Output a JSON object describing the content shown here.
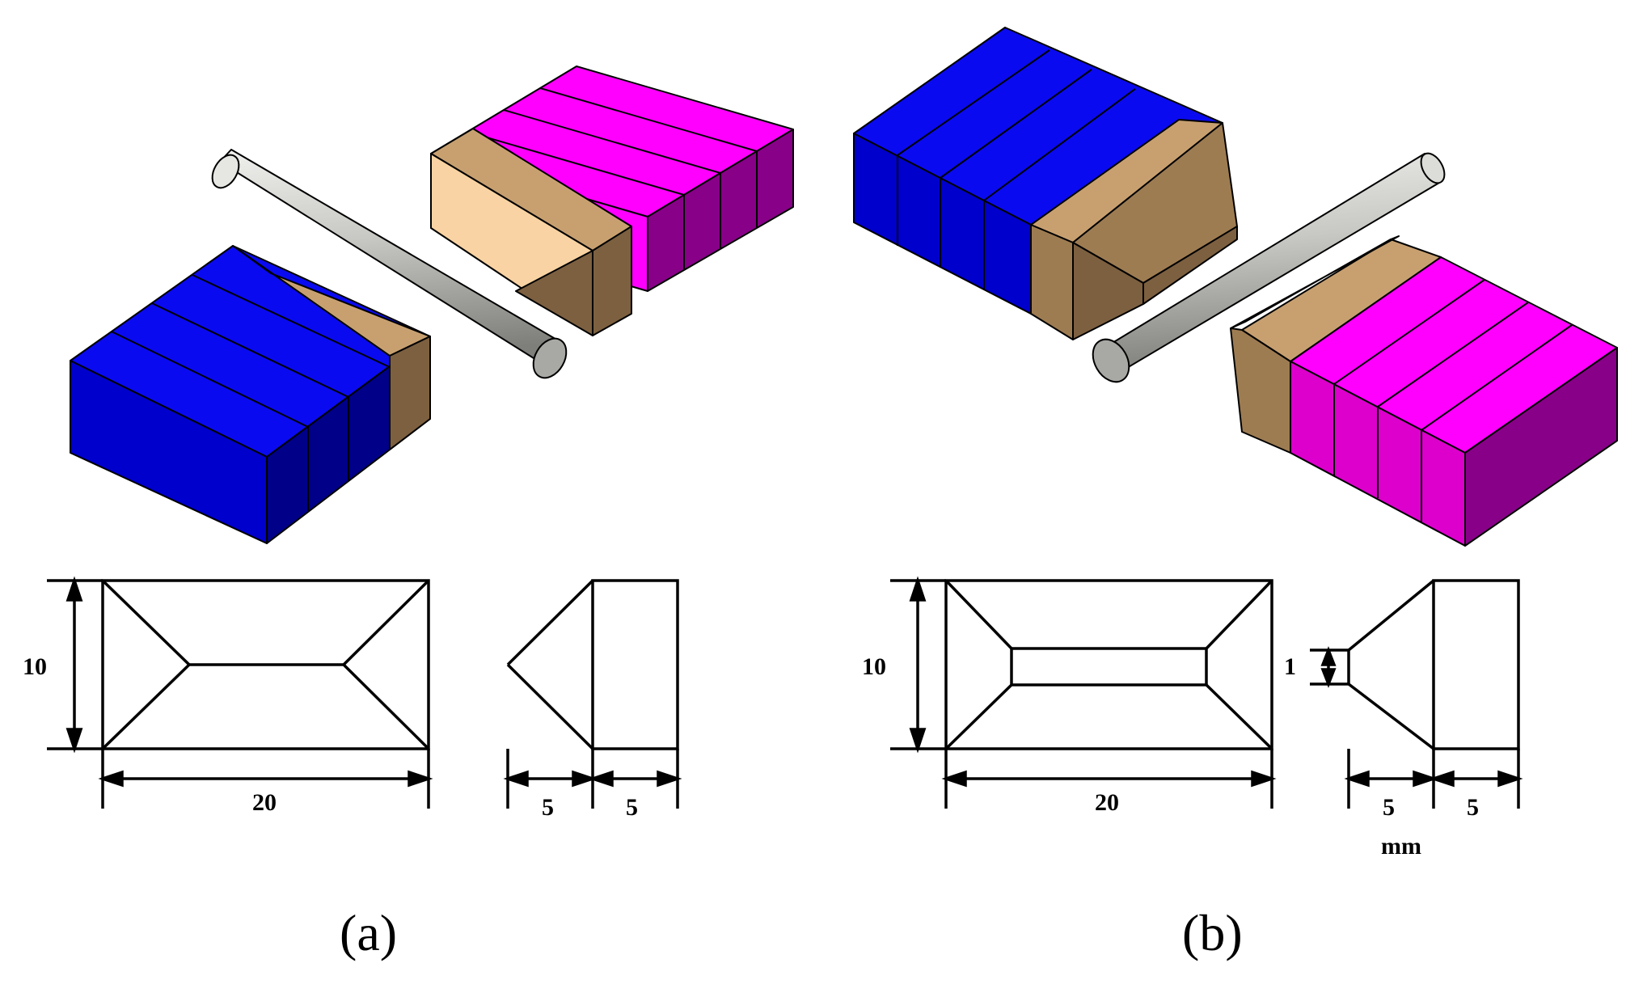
{
  "panels": [
    {
      "caption": "(a)",
      "dimensions": {
        "height": "10",
        "length": "20",
        "bevel_width": "5",
        "body_width": "5"
      }
    },
    {
      "caption": "(b)",
      "dimensions": {
        "height": "10",
        "length": "20",
        "land_height": "1",
        "bevel_width": "5",
        "body_width": "5",
        "unit": "mm"
      }
    }
  ],
  "colors": {
    "blue_top": "#0a0af0",
    "blue_front": "#0000cc",
    "blue_side": "#000088",
    "magenta_top": "#ff00ff",
    "magenta_front": "#dd00cc",
    "magenta_side": "#880088",
    "bevel_top": "#c8a070",
    "bevel_light": "#f9d3a3",
    "bevel_dark": "#7d6040",
    "bevel_mid": "#9e7c52",
    "rod_light": "#d8d8d4",
    "rod_dark": "#8c8c88"
  }
}
